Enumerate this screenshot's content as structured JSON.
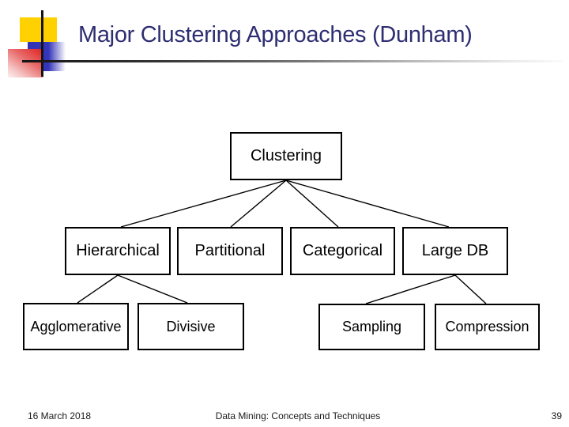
{
  "header": {
    "title": "Major Clustering Approaches (Dunham)",
    "title_color": "#2e2e73",
    "logo_colors": {
      "yellow": "#ffd100",
      "blue": "#3232b4",
      "red": "#e02020"
    }
  },
  "diagram": {
    "type": "tree",
    "node_style": {
      "background": "#ffffff",
      "border_color": "#000000",
      "text_color": "#000000"
    },
    "nodes": [
      {
        "id": "clustering",
        "label": "Clustering",
        "parent": null
      },
      {
        "id": "hierarchical",
        "label": "Hierarchical",
        "parent": "clustering"
      },
      {
        "id": "partitional",
        "label": "Partitional",
        "parent": "clustering"
      },
      {
        "id": "categorical",
        "label": "Categorical",
        "parent": "clustering"
      },
      {
        "id": "large-db",
        "label": "Large DB",
        "parent": "clustering"
      },
      {
        "id": "agglomerative",
        "label": "Agglomerative",
        "parent": "hierarchical"
      },
      {
        "id": "divisive",
        "label": "Divisive",
        "parent": "hierarchical"
      },
      {
        "id": "sampling",
        "label": "Sampling",
        "parent": "large-db"
      },
      {
        "id": "compression",
        "label": "Compression",
        "parent": "large-db"
      }
    ]
  },
  "footer": {
    "date": "16 March 2018",
    "title": "Data Mining: Concepts and Techniques",
    "page_number": "39"
  }
}
